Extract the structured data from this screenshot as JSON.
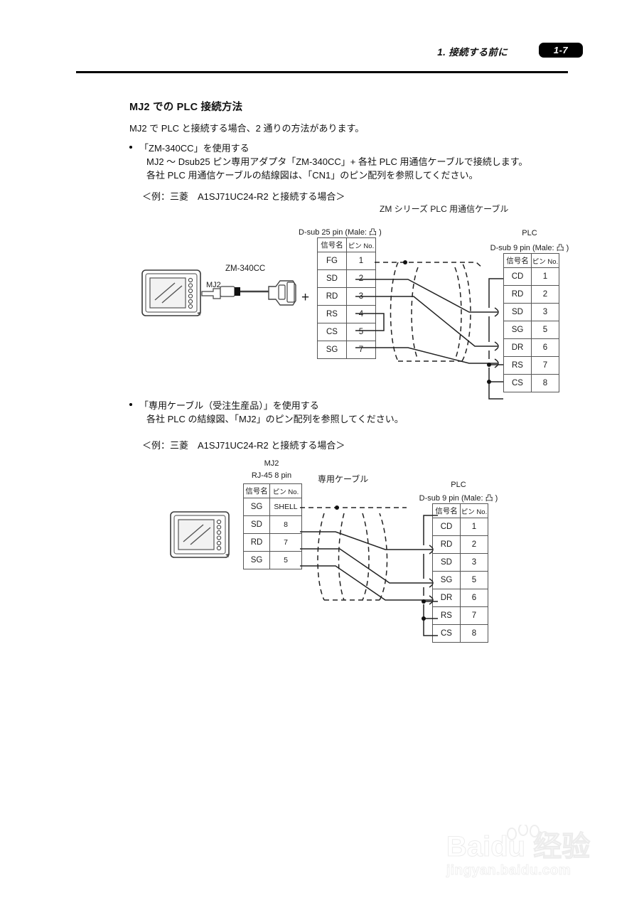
{
  "header": {
    "section_title": "1.  接続する前に",
    "page_number": "1-7"
  },
  "content": {
    "heading": "MJ2 での PLC 接続方法",
    "intro": "MJ2 で PLC と接続する場合、2 通りの方法があります。",
    "bullet1": {
      "line1": "「ZM-340CC」を使用する",
      "line2": "MJ2 〜 Dsub25 ピン専用アダプタ「ZM-340CC」+ 各社 PLC 用通信ケーブルで接続します。",
      "line3": "各社 PLC 用通信ケーブルの結線図は、「CN1」のピン配列を参照してください。"
    },
    "example1": "＜例：三菱　A1SJ71UC24-R2 と接続する場合＞",
    "bullet2": {
      "line1": "「専用ケーブル（受注生産品）」を使用する",
      "line2": "各社 PLC の結線図、「MJ2」のピン配列を参照してください。"
    },
    "example2": "＜例：三菱　A1SJ71UC24-R2 と接続する場合＞"
  },
  "diagram1": {
    "cable_title": "ZM シリーズ PLC 用通信ケーブル",
    "adapter_label": "ZM-340CC",
    "port_label": "MJ2",
    "plus_sign": "+",
    "left_connector_label": "D-sub 25 pin (Male: 凸 )",
    "left_table": {
      "header": [
        "信号名",
        "ピン No."
      ],
      "rows": [
        [
          "FG",
          "1"
        ],
        [
          "SD",
          "2"
        ],
        [
          "RD",
          "3"
        ],
        [
          "RS",
          "4"
        ],
        [
          "CS",
          "5"
        ],
        [
          "SG",
          "7"
        ]
      ]
    },
    "right_device_label": "PLC",
    "right_connector_label": "D-sub 9 pin (Male: 凸 )",
    "right_table": {
      "header": [
        "信号名",
        "ピン No."
      ],
      "rows": [
        [
          "CD",
          "1"
        ],
        [
          "RD",
          "2"
        ],
        [
          "SD",
          "3"
        ],
        [
          "SG",
          "5"
        ],
        [
          "DR",
          "6"
        ],
        [
          "RS",
          "7"
        ],
        [
          "CS",
          "8"
        ]
      ]
    },
    "connections": [
      {
        "from": "SD 2",
        "to": "RD 2"
      },
      {
        "from": "RD 3",
        "to": "SD 3"
      },
      {
        "from": "SG 7",
        "to": "SG 5"
      }
    ],
    "jumpers_left": [
      "RS 4 - CS 5"
    ],
    "jumpers_right": [
      "CD 1 - RD bracket",
      "DR 6 - RS 7 - CS 8"
    ]
  },
  "diagram2": {
    "port_label": "MJ2",
    "left_connector_label": "RJ-45 8 pin",
    "cable_title": "専用ケーブル",
    "left_table": {
      "header": [
        "信号名",
        "ピン No."
      ],
      "rows": [
        [
          "SG",
          "SHELL"
        ],
        [
          "SD",
          "8"
        ],
        [
          "RD",
          "7"
        ],
        [
          "SG",
          "5"
        ]
      ]
    },
    "right_device_label": "PLC",
    "right_connector_label": "D-sub 9 pin (Male: 凸 )",
    "right_table": {
      "header": [
        "信号名",
        "ピン No."
      ],
      "rows": [
        [
          "CD",
          "1"
        ],
        [
          "RD",
          "2"
        ],
        [
          "SD",
          "3"
        ],
        [
          "SG",
          "5"
        ],
        [
          "DR",
          "6"
        ],
        [
          "RS",
          "7"
        ],
        [
          "CS",
          "8"
        ]
      ]
    },
    "connections": [
      {
        "from": "SD 8",
        "to": "RD 2"
      },
      {
        "from": "RD 7",
        "to": "SD 3"
      },
      {
        "from": "SG 5",
        "to": "SG 5"
      }
    ],
    "jumpers_right": [
      "CD 1 - RD bracket",
      "DR 6 - RS 7 - CS 8"
    ]
  },
  "watermark": {
    "main": "Baidu 经验",
    "sub": "jingyan.baidu.com"
  }
}
